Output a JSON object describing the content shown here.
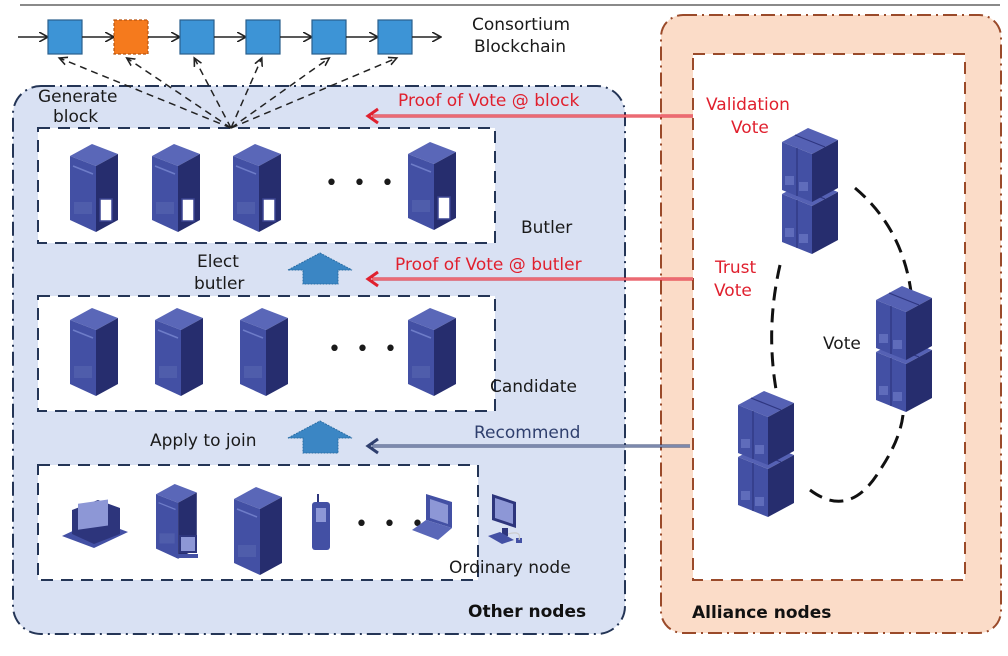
{
  "title": "Consortium blockchain voting architecture",
  "colors": {
    "block_blue": "#3d94d6",
    "block_orange": "#f57a1d",
    "other_nodes_bg": "#d9e1f3",
    "alliance_bg": "#fbdcc8",
    "alliance_border": "#9a4a2a",
    "other_border": "#243556",
    "red_arrow": "#e0202e",
    "blue_arrow": "#2f3f6e",
    "up_arrow": "#3b86c4",
    "server": "#3b4592"
  },
  "blockchain": {
    "label_line1": "Consortium",
    "label_line2": "Blockchain",
    "blocks": [
      {
        "state": "normal"
      },
      {
        "state": "generated"
      },
      {
        "state": "normal"
      },
      {
        "state": "normal"
      },
      {
        "state": "normal"
      },
      {
        "state": "normal"
      }
    ]
  },
  "other_nodes": {
    "title": "Other nodes",
    "generate_block_line1": "Generate",
    "generate_block_line2": "block",
    "butler": {
      "label": "Butler",
      "ellipsis": "• • •"
    },
    "elect_butler_line1": "Elect",
    "elect_butler_line2": "butler",
    "candidate": {
      "label": "Candidate",
      "ellipsis": "• • •"
    },
    "apply_to_join": "Apply to join",
    "ordinary": {
      "label": "Ordinary node",
      "ellipsis": "• • •",
      "devices": [
        "desktop-computer",
        "tower-pc-with-monitor",
        "server",
        "mobile-phone",
        "laptop",
        "workstation"
      ]
    }
  },
  "arrows": {
    "proof_block": "Proof of Vote @ block",
    "proof_butler": "Proof of Vote @ butler",
    "recommend": "Recommend"
  },
  "alliance_nodes": {
    "title": "Alliance nodes",
    "validation_vote_line1": "Validation",
    "validation_vote_line2": "Vote",
    "trust_vote_line1": "Trust",
    "trust_vote_line2": "Vote",
    "vote_label": "Vote"
  }
}
